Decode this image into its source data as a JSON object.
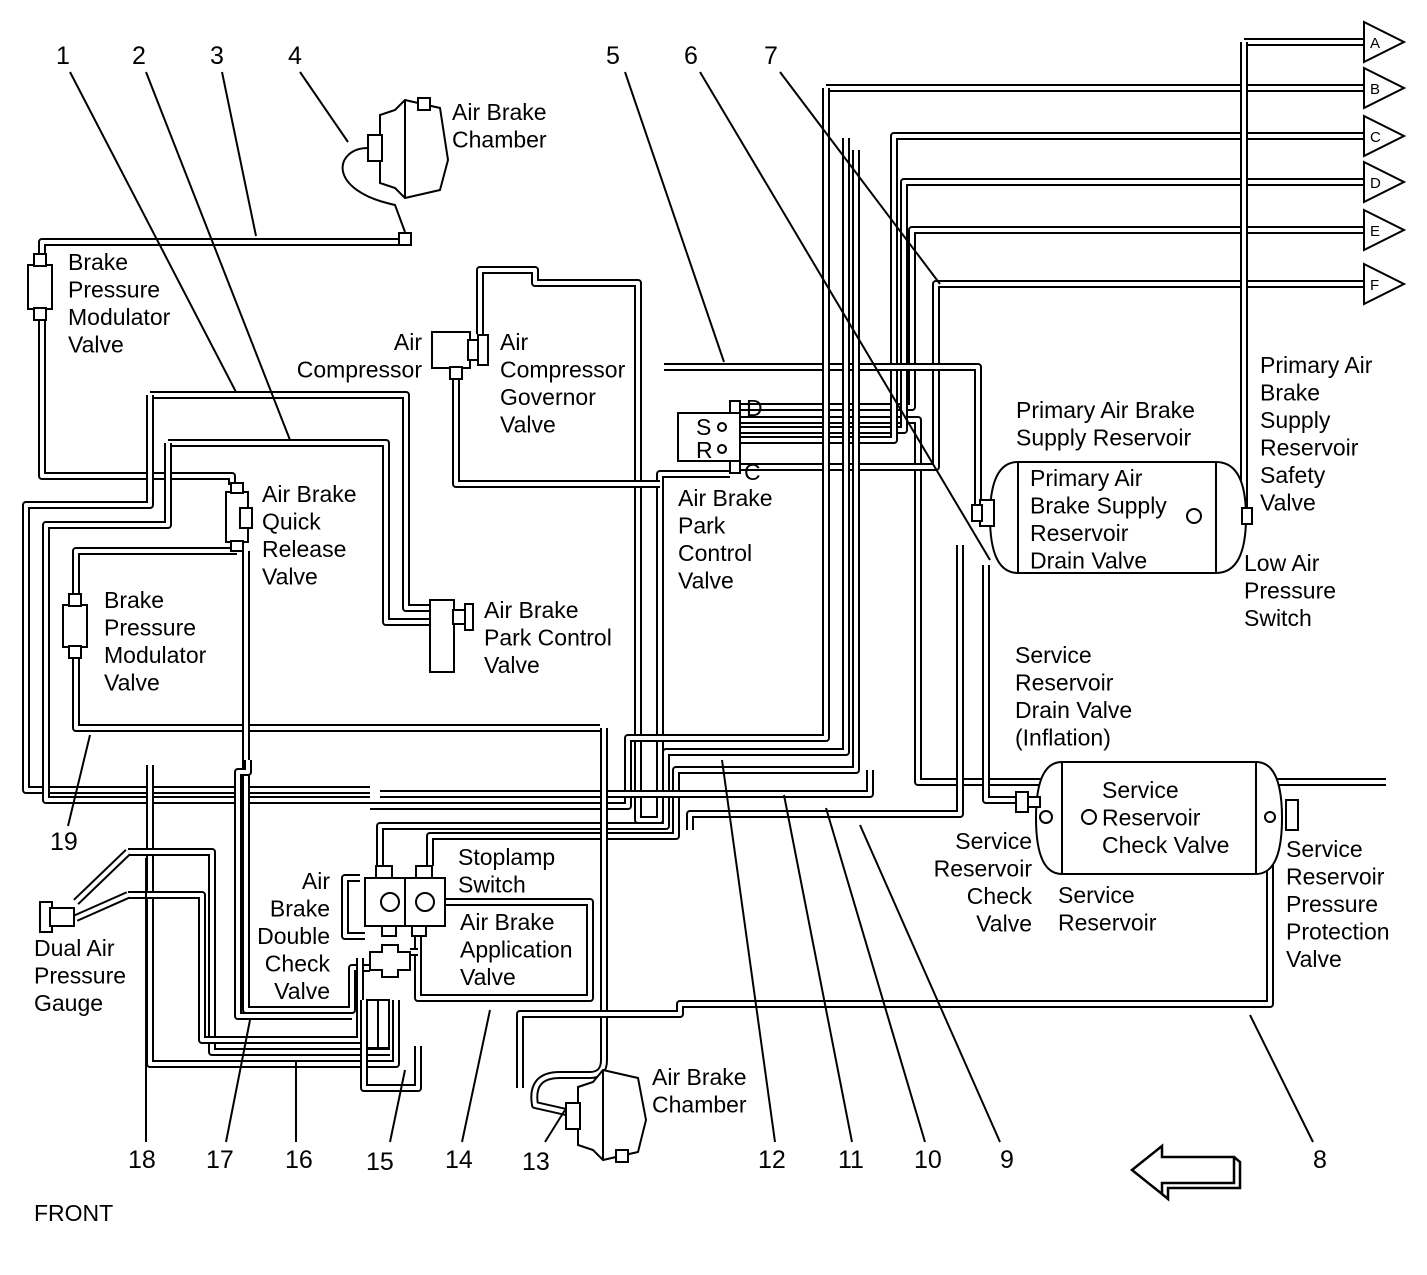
{
  "labels": {
    "air_brake_chamber_top": [
      "Air Brake",
      "Chamber"
    ],
    "brake_pressure_modulator_valve_top": [
      "Brake",
      "Pressure",
      "Modulator",
      "Valve"
    ],
    "air_compressor": [
      "Air",
      "Compressor"
    ],
    "air_compressor_governor_valve": [
      "Air",
      "Compressor",
      "Governor",
      "Valve"
    ],
    "air_brake_park_control_valve_center": [
      "Air Brake",
      "Park",
      "Control",
      "Valve"
    ],
    "primary_air_brake_supply_reservoir_outer": [
      "Primary Air Brake",
      "Supply Reservoir"
    ],
    "primary_air_brake_supply_reservoir_drain_valve": [
      "Primary Air",
      "Brake Supply",
      "Reservoir",
      "Drain Valve"
    ],
    "primary_air_brake_supply_reservoir_safety_valve": [
      "Primary Air",
      "Brake",
      "Supply",
      "Reservoir",
      "Safety",
      "Valve"
    ],
    "low_air_pressure_switch": [
      "Low Air",
      "Pressure",
      "Switch"
    ],
    "air_brake_quick_release_valve": [
      "Air Brake",
      "Quick",
      "Release",
      "Valve"
    ],
    "brake_pressure_modulator_valve_mid": [
      "Brake",
      "Pressure",
      "Modulator",
      "Valve"
    ],
    "air_brake_park_control_valve_lower": [
      "Air Brake",
      "Park Control",
      "Valve"
    ],
    "service_reservoir_drain_valve": [
      "Service",
      "Reservoir",
      "Drain Valve",
      "(Inflation)"
    ],
    "service_reservoir_check_valve_inner": [
      "Service",
      "Reservoir",
      "Check Valve"
    ],
    "service_reservoir_check_valve_outer": [
      "Service",
      "Reservoir",
      "Check",
      "Valve"
    ],
    "service_reservoir": [
      "Service",
      "Reservoir"
    ],
    "service_reservoir_pressure_protection_valve": [
      "Service",
      "Reservoir",
      "Pressure",
      "Protection",
      "Valve"
    ],
    "stoplamp_switch": [
      "Stoplamp",
      "Switch"
    ],
    "air_brake_double_check_valve": [
      "Air",
      "Brake",
      "Double",
      "Check",
      "Valve"
    ],
    "air_brake_application_valve": [
      "Air Brake",
      "Application",
      "Valve"
    ],
    "dual_air_pressure_gauge": [
      "Dual Air",
      "Pressure",
      "Gauge"
    ],
    "air_brake_chamber_bottom": [
      "Air Brake",
      "Chamber"
    ]
  },
  "park_valve_ports": {
    "s": "S",
    "r": "R",
    "d": "D",
    "c": "C"
  },
  "callouts": [
    "1",
    "2",
    "3",
    "4",
    "5",
    "6",
    "7",
    "8",
    "9",
    "10",
    "11",
    "12",
    "13",
    "14",
    "15",
    "16",
    "17",
    "18",
    "19"
  ],
  "connectors": [
    "A",
    "B",
    "C",
    "D",
    "E",
    "F"
  ],
  "orientation_label": "FRONT",
  "arrow_icon": "left-arrow-icon"
}
